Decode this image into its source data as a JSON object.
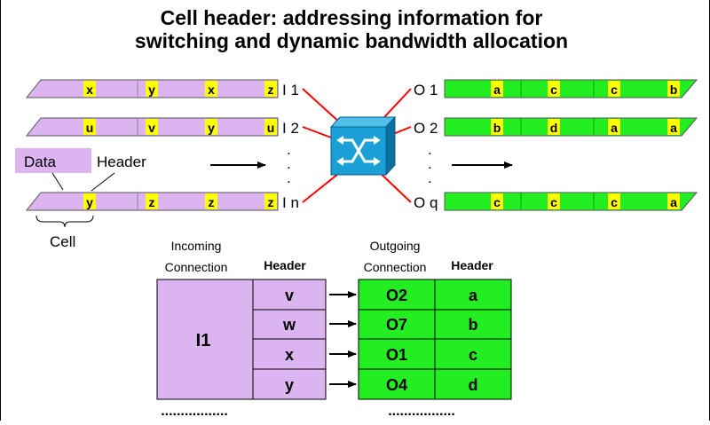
{
  "title": {
    "line1": "Cell header: addressing information for",
    "line2": "switching and dynamic bandwidth allocation"
  },
  "colors": {
    "purple": "#dcb4f0",
    "green": "#22ee22",
    "yellow": "#ffff00",
    "red": "#ff0000",
    "switch": "#1a9fd6"
  },
  "input_streams": [
    {
      "label": "I 1",
      "headers": [
        "x",
        "y",
        "x",
        "z"
      ]
    },
    {
      "label": "I 2",
      "headers": [
        "u",
        "v",
        "y",
        "u"
      ]
    },
    {
      "label": "I n",
      "headers": [
        "y",
        "z",
        "z",
        "z"
      ]
    }
  ],
  "output_streams": [
    {
      "label": "O 1",
      "headers": [
        "a",
        "c",
        "c",
        "b"
      ]
    },
    {
      "label": "O 2",
      "headers": [
        "b",
        "d",
        "a",
        "a"
      ]
    },
    {
      "label": "O q",
      "headers": [
        "c",
        "c",
        "c",
        "a"
      ]
    }
  ],
  "annotations": {
    "data": "Data",
    "header": "Header",
    "cell": "Cell"
  },
  "dots": ".",
  "table": {
    "incoming_label": [
      "Incoming",
      "Connection"
    ],
    "outgoing_label": [
      "Outgoing",
      "Connection"
    ],
    "header_label": "Header",
    "incoming_conn": "I1",
    "rows": [
      {
        "in_header": "v",
        "out_conn": "O2",
        "out_header": "a"
      },
      {
        "in_header": "w",
        "out_conn": "O7",
        "out_header": "b"
      },
      {
        "in_header": "x",
        "out_conn": "O1",
        "out_header": "c"
      },
      {
        "in_header": "y",
        "out_conn": "O4",
        "out_header": "d"
      }
    ],
    "ellipsis": "................."
  }
}
